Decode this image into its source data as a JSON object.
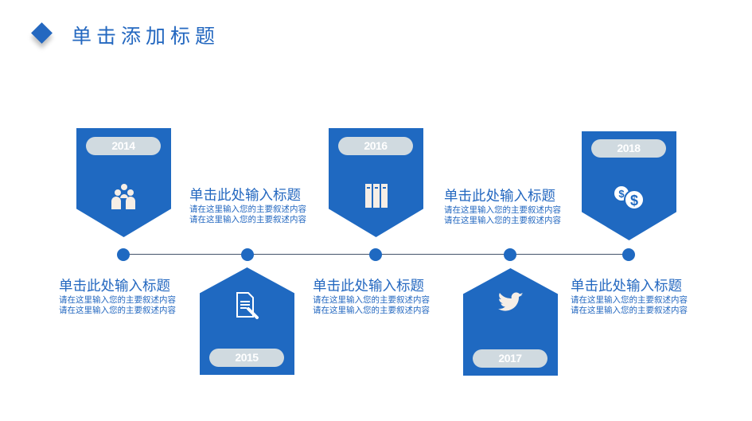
{
  "header": {
    "title": "单击添加标题"
  },
  "milestones": [
    {
      "year": "2014",
      "icon": "people-icon",
      "title": "单击此处输入标题",
      "line1": "请在这里输入您的主要叙述内容",
      "line2": "请在这里输入您的主要叙述内容"
    },
    {
      "year": "2015",
      "icon": "document-edit-icon",
      "title": "单击此处输入标题",
      "line1": "请在这里输入您的主要叙述内容",
      "line2": "请在这里输入您的主要叙述内容"
    },
    {
      "year": "2016",
      "icon": "books-icon",
      "title": "单击此处输入标题",
      "line1": "请在这里输入您的主要叙述内容",
      "line2": "请在这里输入您的主要叙述内容"
    },
    {
      "year": "2017",
      "icon": "twitter-bird-icon",
      "title": "单击此处输入标题",
      "line1": "请在这里输入您的主要叙述内容",
      "line2": "请在这里输入您的主要叙述内容"
    },
    {
      "year": "2018",
      "icon": "dollar-coins-icon",
      "title": "单击此处输入标题",
      "line1": "请在这里输入您的主要叙述内容",
      "line2": "请在这里输入您的主要叙述内容"
    }
  ],
  "colors": {
    "accent": "#1F69C1",
    "pill": "#D0DAE0",
    "line": "#44546A"
  }
}
